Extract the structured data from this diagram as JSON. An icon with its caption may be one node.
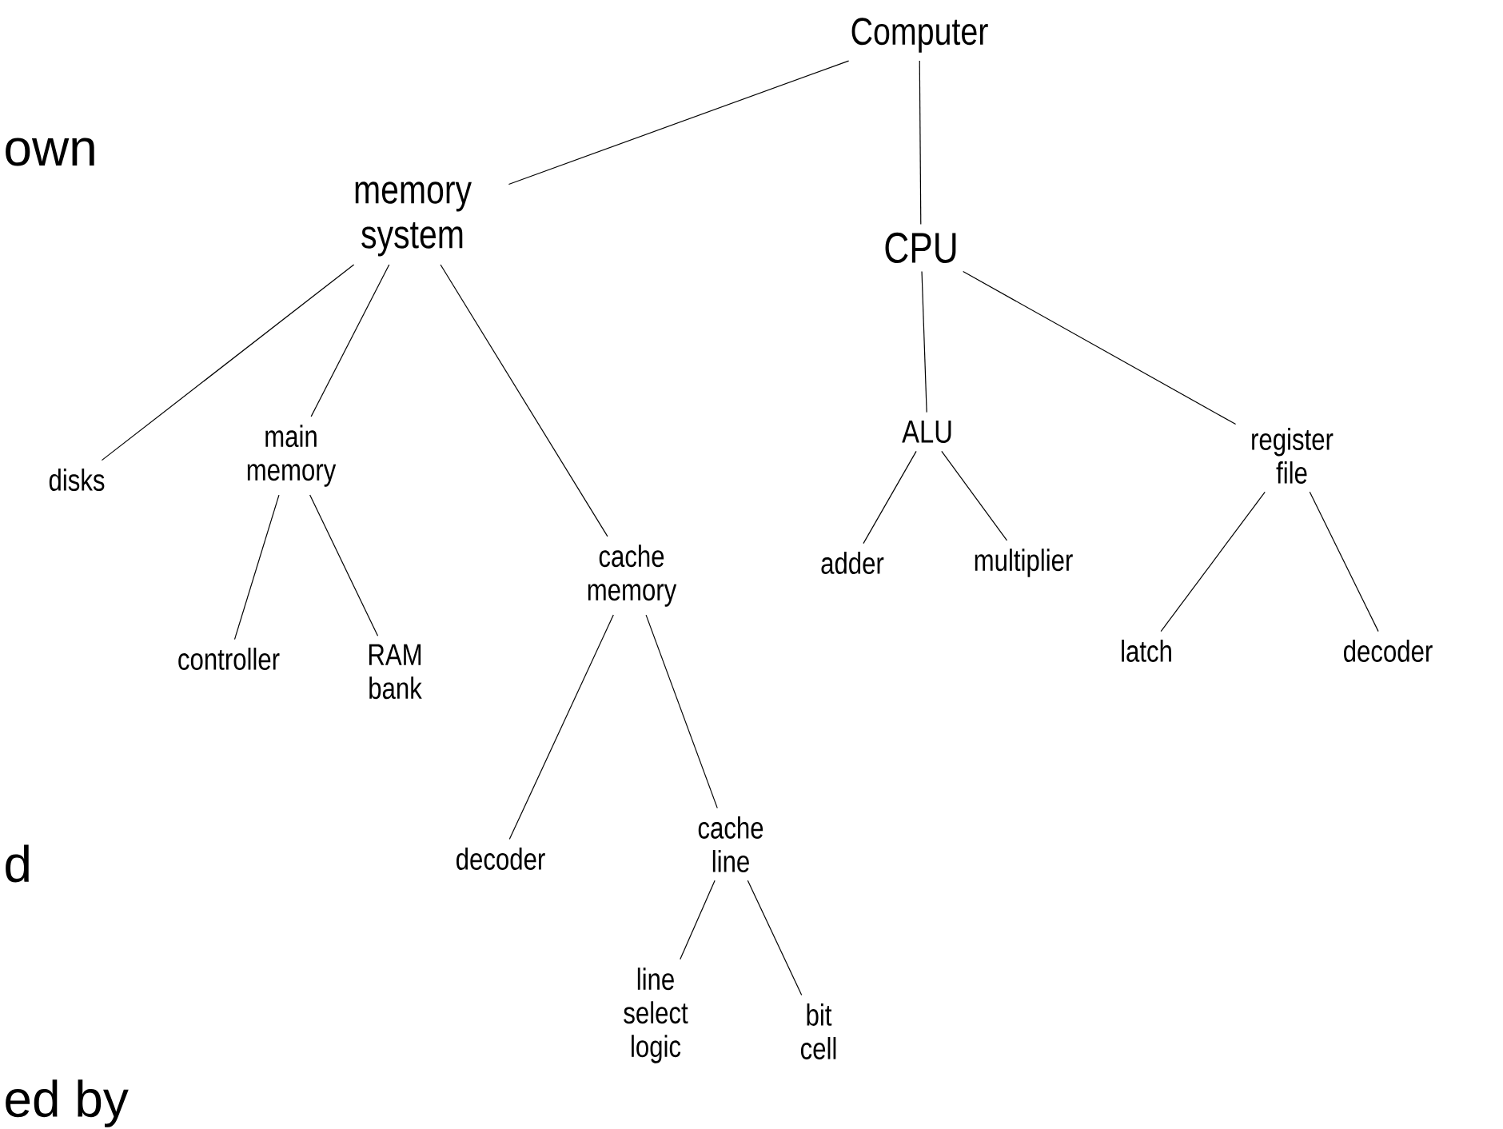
{
  "diagram": {
    "nodes": [
      {
        "text": [
          "Computer"
        ]
      },
      {
        "text": [
          "memory system"
        ]
      },
      {
        "text": [
          "CPU"
        ]
      },
      {
        "text": [
          "disks"
        ]
      },
      {
        "text": [
          "main memory"
        ]
      },
      {
        "text": [
          "cache memory"
        ]
      },
      {
        "text": [
          "ALU"
        ]
      },
      {
        "text": [
          "register file"
        ]
      },
      {
        "text": [
          "adder"
        ]
      },
      {
        "text": [
          "multiplier"
        ]
      },
      {
        "text": [
          "controller"
        ]
      },
      {
        "text": [
          "RAM bank"
        ]
      },
      {
        "text": [
          "latch"
        ]
      },
      {
        "text": [
          "decoder"
        ]
      },
      {
        "text": [
          "decoder"
        ]
      },
      {
        "text": [
          "cache line"
        ]
      },
      {
        "text": [
          "line select logic"
        ]
      },
      {
        "text": [
          "bit cell"
        ]
      }
    ],
    "edges": [
      {
        "from": 0,
        "to": 1,
        "arrow": "none"
      },
      {
        "from": 0,
        "to": 2,
        "arrow": "none"
      },
      {
        "from": 1,
        "to": 3,
        "arrow": "none"
      },
      {
        "from": 1,
        "to": 4,
        "arrow": "none"
      },
      {
        "from": 1,
        "to": 5,
        "arrow": "none"
      },
      {
        "from": 2,
        "to": 6,
        "arrow": "none"
      },
      {
        "from": 2,
        "to": 7,
        "arrow": "none"
      },
      {
        "from": 6,
        "to": 8,
        "arrow": "none"
      },
      {
        "from": 6,
        "to": 9,
        "arrow": "none"
      },
      {
        "from": 4,
        "to": 10,
        "arrow": "none"
      },
      {
        "from": 4,
        "to": 11,
        "arrow": "none"
      },
      {
        "from": 7,
        "to": 12,
        "arrow": "none"
      },
      {
        "from": 7,
        "to": 13,
        "arrow": "none"
      },
      {
        "from": 5,
        "to": 14,
        "arrow": "none"
      },
      {
        "from": 5,
        "to": 15,
        "arrow": "none"
      },
      {
        "from": 15,
        "to": 16,
        "arrow": "none"
      },
      {
        "from": 15,
        "to": 17,
        "arrow": "none"
      }
    ],
    "labels": [
      "own",
      "d",
      "ed by"
    ]
  }
}
